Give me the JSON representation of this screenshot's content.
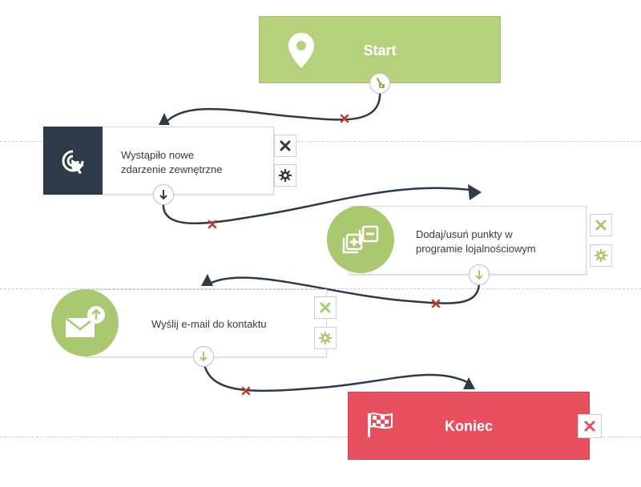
{
  "nodes": {
    "start": {
      "label": "Start"
    },
    "event": {
      "label_line1": "Wystąpiło nowe",
      "label_line2": "zdarzenie zewnętrzne"
    },
    "points": {
      "label_line1": "Dodaj/usuń punkty w",
      "label_line2": "programie lojalnościowym"
    },
    "email": {
      "label": "Wyślij e-mail do kontaktu"
    },
    "end": {
      "label": "Koniec"
    }
  },
  "colors": {
    "start_green": "#b5d17c",
    "icon_green": "#a9c86f",
    "dark_navy": "#2c3a4a",
    "end_red": "#e84f5f",
    "connector_dark": "#2c3a4a",
    "remove_red": "#c0392b"
  },
  "icons": {
    "start": "map-pin-icon",
    "event": "cursor-click-icon",
    "points": "plus-minus-icon",
    "email": "envelope-upload-icon",
    "end": "checkered-flag-icon",
    "close": "close-icon",
    "settings": "gear-icon",
    "port_down": "arrow-down-icon",
    "port_split": "split-icon",
    "remove_link": "remove-link-icon"
  }
}
